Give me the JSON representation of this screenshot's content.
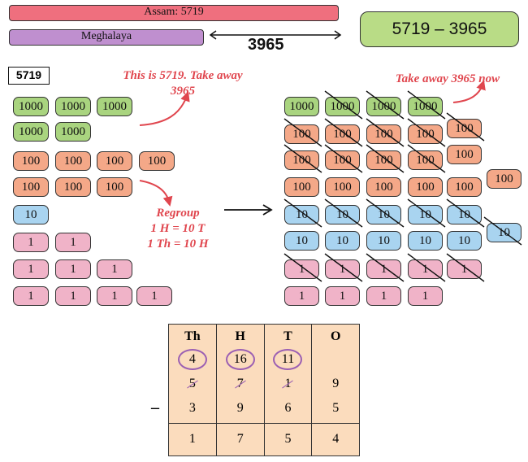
{
  "bars": {
    "assam": "Assam: 5719",
    "meghalaya": "Meghalaya",
    "difference": "3965"
  },
  "expression": "5719 – 3965",
  "start_label": "5719",
  "notes": {
    "left": "This is 5719. Take away 3965",
    "regroup": [
      "Regroup",
      "1 H = 10 T",
      "1 Th = 10 H"
    ],
    "right": "Take away 3965 now"
  },
  "tile_labels": {
    "thousand": "1000",
    "hundred": "100",
    "ten": "10",
    "one": "1"
  },
  "colors": {
    "thousand": "#a9d47f",
    "hundred": "#f4a888",
    "ten": "#a9d4f0",
    "one": "#f0b3c8",
    "note": "#e0464e",
    "assam": "#ef6f7e",
    "meghalaya": "#bf8fcf",
    "expression": "#b9dc86",
    "table": "#fbdcbd",
    "mark": "#9b5fb3"
  },
  "table": {
    "headers": [
      "Th",
      "H",
      "T",
      "O"
    ],
    "regrouped": [
      "4",
      "16",
      "11",
      ""
    ],
    "minuend": [
      "5",
      "7",
      "1",
      "9"
    ],
    "subtrahend": [
      "3",
      "9",
      "6",
      "5"
    ],
    "result": [
      "1",
      "7",
      "5",
      "4"
    ],
    "operator": "–"
  }
}
